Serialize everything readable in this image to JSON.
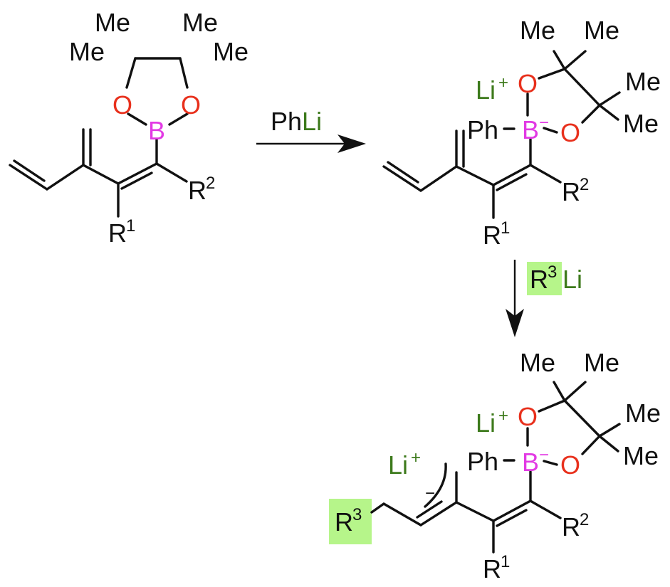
{
  "colors": {
    "bond": "#111111",
    "oxygen": "#e8301c",
    "boron": "#e23ae4",
    "lithium": "#3d7a1c",
    "highlight": "#b6f58a"
  },
  "labels": {
    "me": "Me",
    "o": "O",
    "b": "B",
    "ph": "Ph",
    "r": "R",
    "li": "Li",
    "plus": "+",
    "minus": "−",
    "one": "1",
    "two": "2",
    "three": "3"
  },
  "reagents": {
    "step1_prefix": "Ph",
    "step1_metal": "Li",
    "step2_group": "R",
    "step2_sup": "3",
    "step2_metal": "Li"
  }
}
